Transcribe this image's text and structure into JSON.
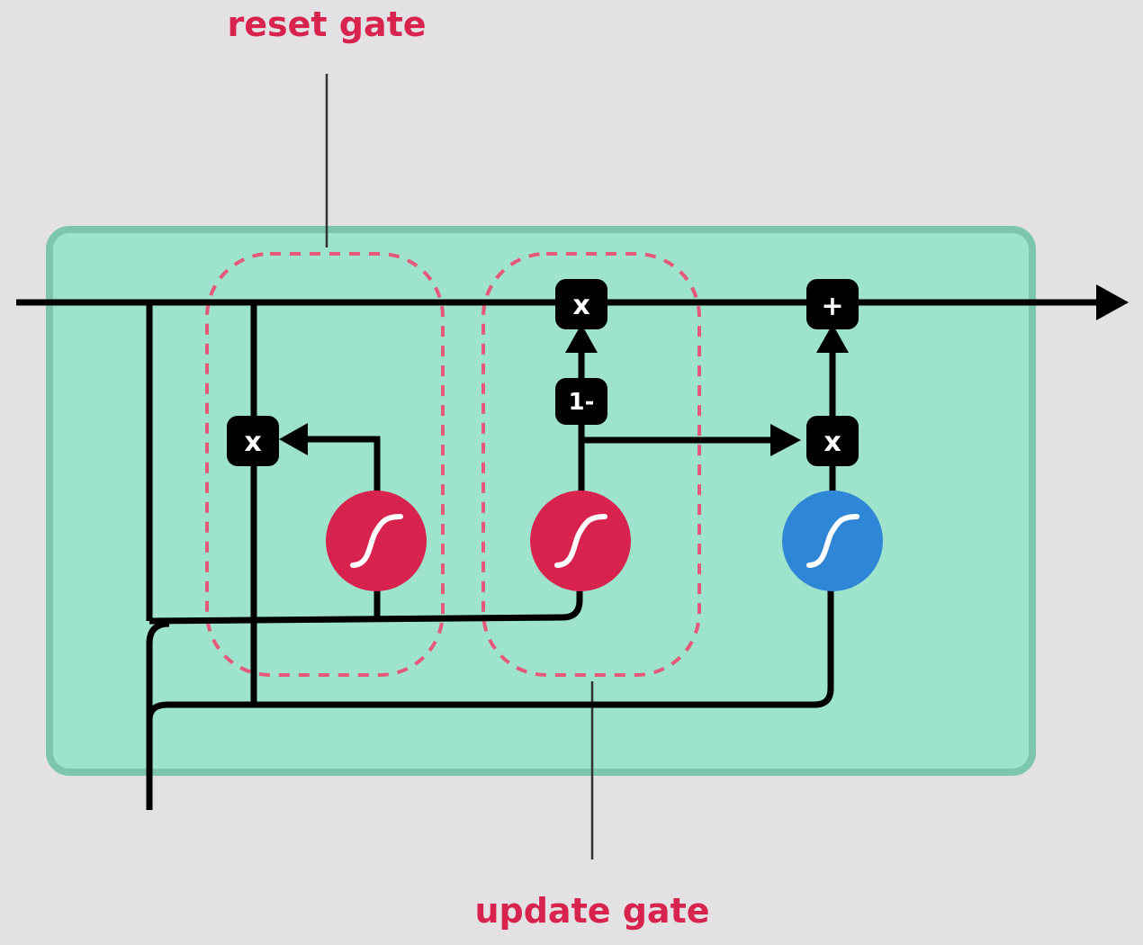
{
  "labels": {
    "reset_gate": "reset gate",
    "update_gate": "update gate"
  },
  "operators": {
    "multiply": "x",
    "add": "+",
    "one_minus": "1-"
  },
  "nodes": {
    "reset_sigmoid": "sigmoid-icon",
    "update_sigmoid": "sigmoid-icon",
    "tanh": "tanh-icon"
  },
  "colors": {
    "background": "#e3e1e3",
    "cell_fill": "#9ee3cb",
    "cell_border": "#7cc7ab",
    "gate_label": "#d9234f",
    "gate_outline": "#e6587a",
    "sigmoid_fill": "#d9234f",
    "tanh_fill": "#2f86d7",
    "line": "#000000"
  }
}
